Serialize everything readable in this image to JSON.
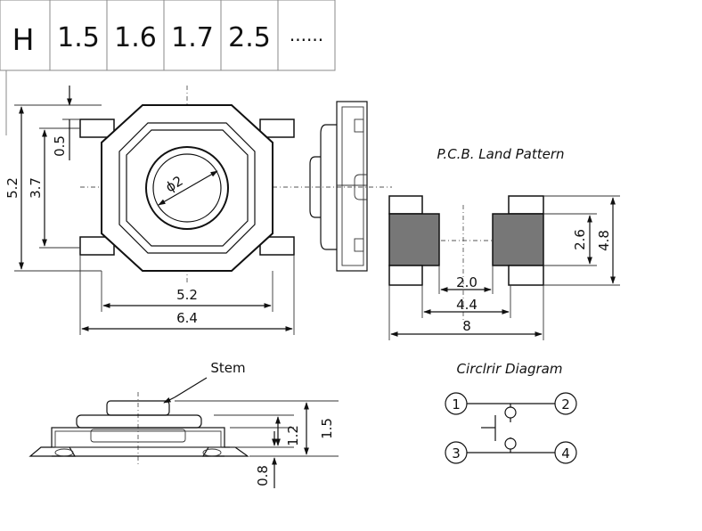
{
  "table": {
    "header": "H",
    "values": [
      "1.5",
      "1.6",
      "1.7",
      "2.5",
      "......"
    ]
  },
  "top_view": {
    "dim_height_outer": "5.2",
    "dim_height_inner": "3.7",
    "dim_offset": "0.5",
    "dim_width_body": "5.2",
    "dim_width_total": "6.4",
    "dim_diameter": "ϕ2"
  },
  "pcb": {
    "title": "P.C.B. Land Pattern",
    "dim_pad_h": "2.6",
    "dim_total_h": "4.8",
    "dim_gap": "2.0",
    "dim_center": "4.4",
    "dim_total_w": "8"
  },
  "side_view": {
    "stem_label": "Stem",
    "dim_stem_height": "1.2",
    "dim_total_height": "1.5",
    "dim_base_height": "0.8"
  },
  "circuit": {
    "title": "Circlrir Diagram",
    "pins": [
      "1",
      "2",
      "3",
      "4"
    ]
  }
}
